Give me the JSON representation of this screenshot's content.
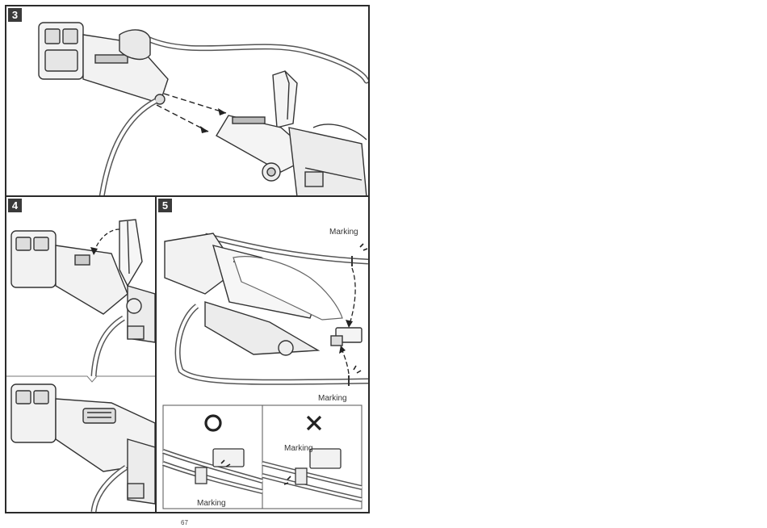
{
  "page_number": "67",
  "steps": {
    "step3": "3",
    "step4": "4",
    "step5": "5"
  },
  "labels": {
    "marking_top": "Marking",
    "marking_bottom": "Marking",
    "marking_correct": "Marking",
    "marking_wrong": "Marking"
  },
  "symbols": {
    "correct": "circle-icon",
    "wrong": "cross-icon"
  }
}
